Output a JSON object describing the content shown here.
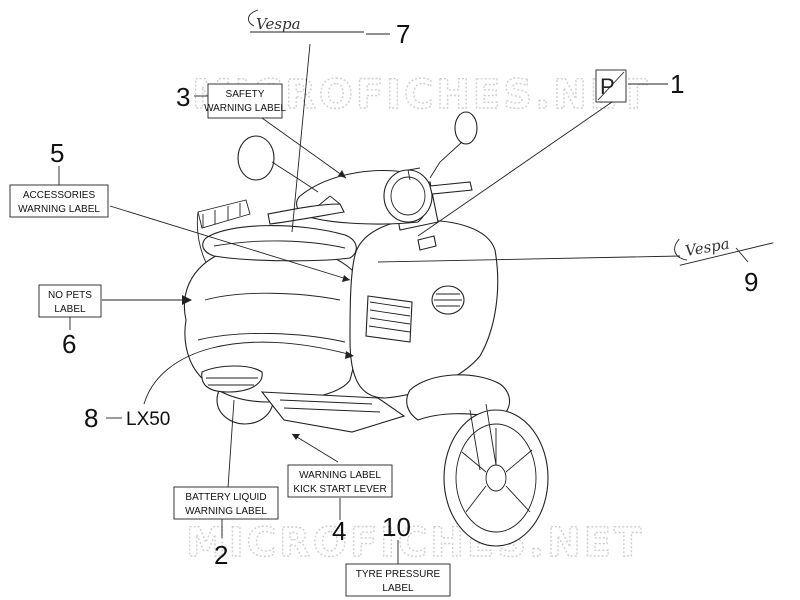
{
  "watermark": "MICROFICHES.NET",
  "emblem_text": "Vespa",
  "badge_letter": "P",
  "model_code": "LX50",
  "callouts": [
    {
      "number": "1",
      "label_lines": []
    },
    {
      "number": "2",
      "label_lines": [
        "BATTERY LIQUID",
        "WARNING LABEL"
      ]
    },
    {
      "number": "3",
      "label_lines": [
        "SAFETY",
        "WARNING LABEL"
      ]
    },
    {
      "number": "4",
      "label_lines": [
        "WARNING LABEL",
        "KICK START LEVER"
      ]
    },
    {
      "number": "5",
      "label_lines": [
        "ACCESSORIES",
        "WARNING LABEL"
      ]
    },
    {
      "number": "6",
      "label_lines": [
        "NO PETS",
        "LABEL"
      ]
    },
    {
      "number": "7",
      "label_lines": []
    },
    {
      "number": "8",
      "label_lines": []
    },
    {
      "number": "9",
      "label_lines": []
    },
    {
      "number": "10",
      "label_lines": [
        "TYRE PRESSURE",
        "LABEL"
      ]
    }
  ]
}
